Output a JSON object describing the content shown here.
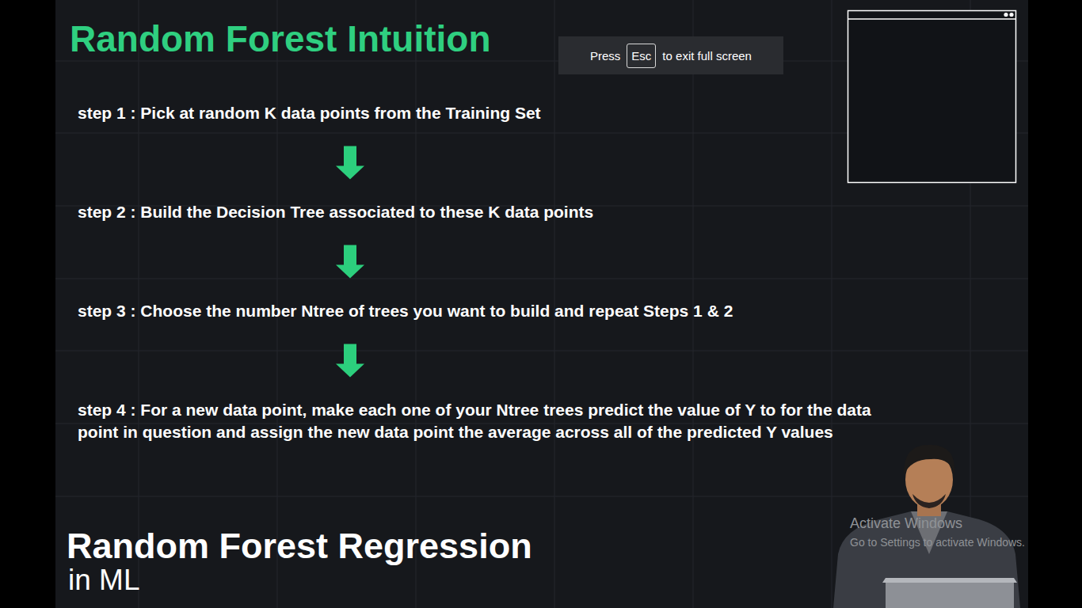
{
  "diagram": {
    "title": "Random Forest Intuition",
    "nodes": [
      {
        "text": [
          "step 1 : Pick at random K data points from the Training Set"
        ]
      },
      {
        "text": [
          "step 2 : Build the Decision Tree associated to these K data points"
        ]
      },
      {
        "text": [
          "step 3 : Choose the number Ntree of trees you want to build and repeat Steps 1 & 2"
        ]
      },
      {
        "text": [
          "step 4 : For a new data point, make each one of your Ntree trees predict the value of Y to for the data point in question and assign the new data point the average across all of the predicted Y values"
        ]
      }
    ],
    "edges": [
      {
        "from": 0,
        "to": 1,
        "arrow": "to"
      },
      {
        "from": 1,
        "to": 2,
        "arrow": "to"
      },
      {
        "from": 2,
        "to": 3,
        "arrow": "to"
      }
    ],
    "labels": [
      "Press",
      "Esc",
      "to exit full screen",
      "Random Forest Regression",
      "in ML",
      "Activate Windows",
      "Go to Settings to activate Windows."
    ]
  }
}
